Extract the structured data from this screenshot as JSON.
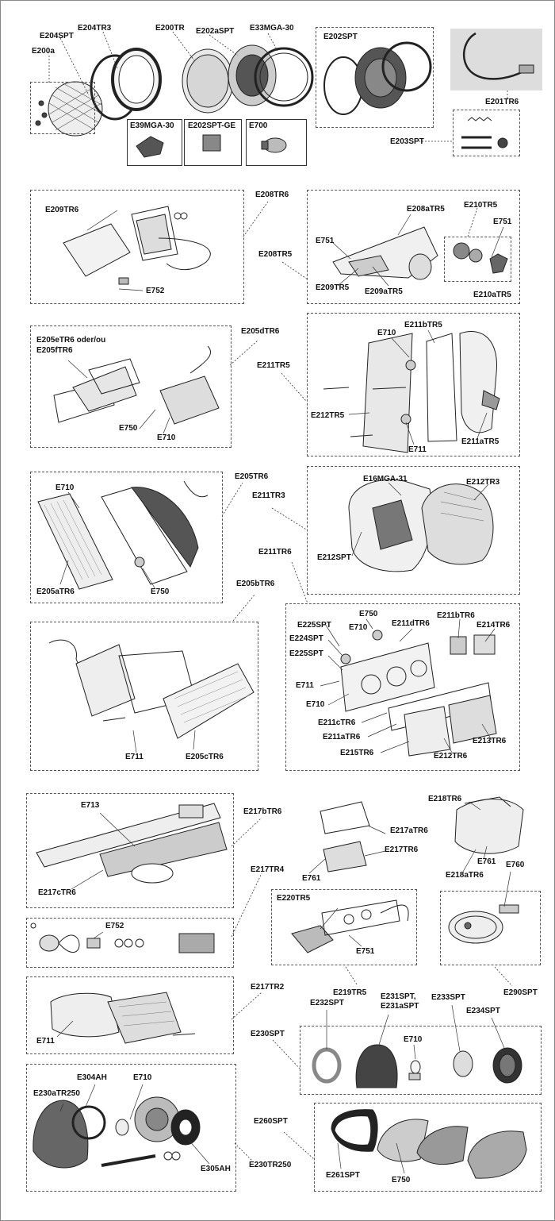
{
  "labels": {
    "E204SPT": "E204SPT",
    "E204TR3": "E204TR3",
    "E200TR": "E200TR",
    "E202aSPT": "E202aSPT",
    "E33MGA_30": "E33MGA-30",
    "E200a": "E200a",
    "E202SPT": "E202SPT",
    "E201TR6": "E201TR6",
    "E203SPT": "E203SPT",
    "E39MGA_30": "E39MGA-30",
    "E202SPT_GE": "E202SPT-GE",
    "E700": "E700",
    "E208TR6": "E208TR6",
    "E209TR6": "E209TR6",
    "E752_a": "E752",
    "E208aTR5": "E208aTR5",
    "E210TR5": "E210TR5",
    "E751_a": "E751",
    "E751_b": "E751",
    "E208TR5": "E208TR5",
    "E209TR5": "E209TR5",
    "E209aTR5": "E209aTR5",
    "E210aTR5": "E210aTR5",
    "E205eTR6": "E205eTR6 oder/ou",
    "E205fTR6": "E205fTR6",
    "E205dTR6": "E205dTR6",
    "E750_a": "E750",
    "E710_a": "E710",
    "E211TR5": "E211TR5",
    "E710_b": "E710",
    "E211bTR5": "E211bTR5",
    "E212TR5": "E212TR5",
    "E711_a": "E711",
    "E211aTR5": "E211aTR5",
    "E205TR6": "E205TR6",
    "E710_c": "E710",
    "E205aTR6": "E205aTR6",
    "E750_b": "E750",
    "E211TR3": "E211TR3",
    "E16MGA_31": "E16MGA-31",
    "E212TR3": "E212TR3",
    "E212SPT": "E212SPT",
    "E211TR6": "E211TR6",
    "E205bTR6": "E205bTR6",
    "E711_b": "E711",
    "E205cTR6": "E205cTR6",
    "E750_c": "E750",
    "E225SPT_a": "E225SPT",
    "E710_d": "E710",
    "E211dTR6": "E211dTR6",
    "E211bTR6": "E211bTR6",
    "E224SPT": "E224SPT",
    "E214TR6": "E214TR6",
    "E225SPT_b": "E225SPT",
    "E711_c": "E711",
    "E710_e": "E710",
    "E211cTR6": "E211cTR6",
    "E211aTR6": "E211aTR6",
    "E215TR6": "E215TR6",
    "E212TR6": "E212TR6",
    "E213TR6": "E213TR6",
    "E713": "E713",
    "E217bTR6": "E217bTR6",
    "E217cTR6": "E217cTR6",
    "E217aTR6": "E217aTR6",
    "E217TR6": "E217TR6",
    "E761_a": "E761",
    "E218TR6": "E218TR6",
    "E761_b": "E761",
    "E218aTR6": "E218aTR6",
    "E760": "E760",
    "E217TR4": "E217TR4",
    "E752_b": "E752",
    "E220TR5": "E220TR5",
    "E751_c": "E751",
    "E219TR5": "E219TR5",
    "E290SPT": "E290SPT",
    "E217TR2": "E217TR2",
    "E711_d": "E711",
    "E232SPT": "E232SPT",
    "E231SPT": "E231SPT,",
    "E231aSPT": "E231aSPT",
    "E233SPT": "E233SPT",
    "E234SPT": "E234SPT",
    "E230SPT": "E230SPT",
    "E710_f": "E710",
    "E304AH": "E304AH",
    "E710_g": "E710",
    "E230aTR250": "E230aTR250",
    "E305AH": "E305AH",
    "E230TR250": "E230TR250",
    "E260SPT": "E260SPT",
    "E261SPT": "E261SPT",
    "E750_d": "E750"
  }
}
